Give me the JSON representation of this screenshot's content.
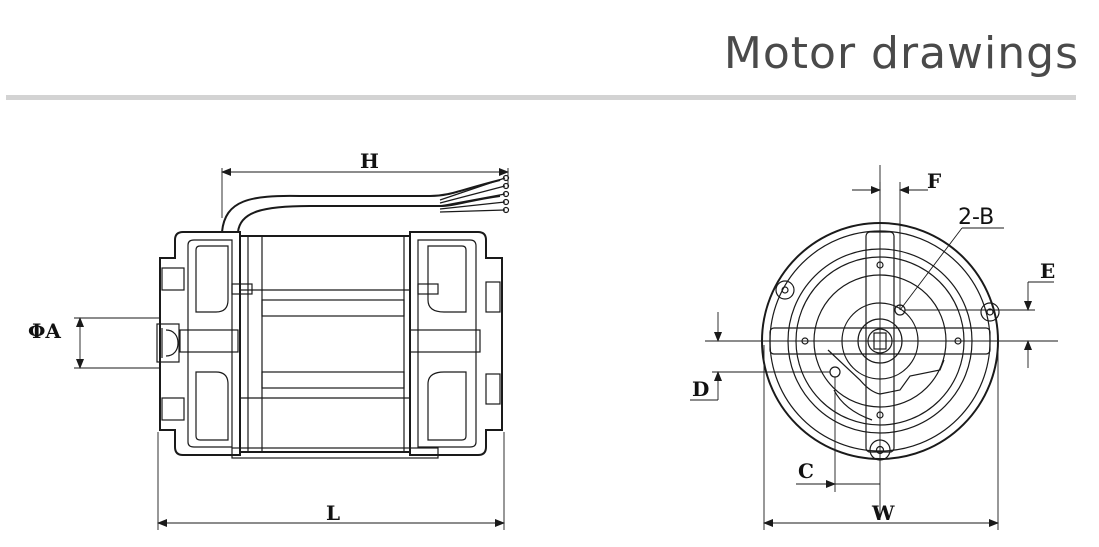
{
  "header": {
    "title": "Motor drawings"
  },
  "side_view": {
    "dim_h": "H",
    "dim_l": "L",
    "dim_a": "ΦA"
  },
  "front_view": {
    "dim_f": "F",
    "dim_b": "2-B",
    "dim_e": "E",
    "dim_d": "D",
    "dim_c": "C",
    "dim_w": "W"
  }
}
